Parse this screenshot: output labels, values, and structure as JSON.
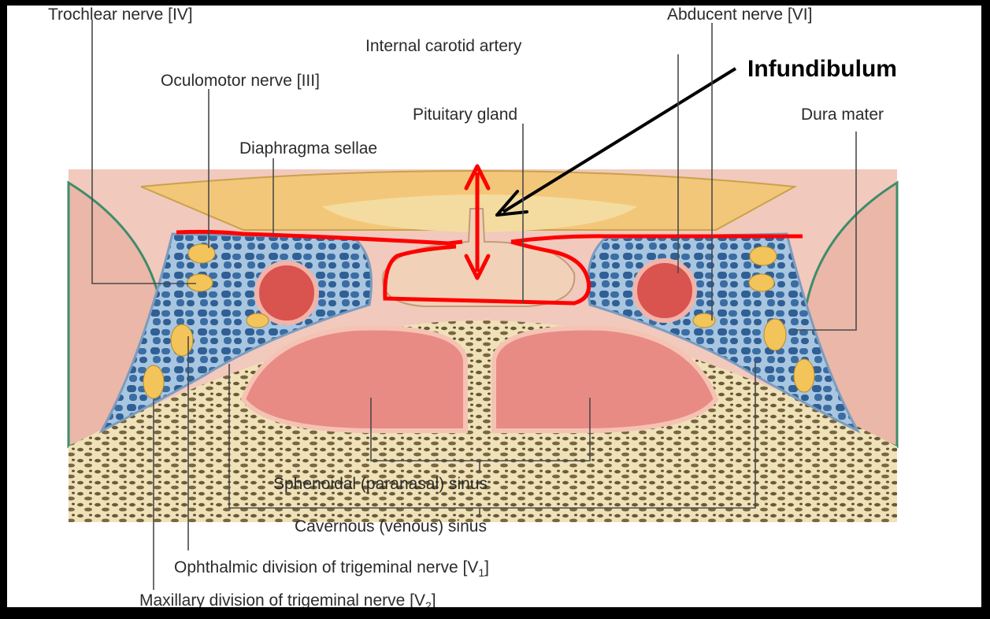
{
  "labels": {
    "trochlear": "Trochlear nerve [IV]",
    "abducent": "Abducent nerve  [VI]",
    "carotid": "Internal carotid artery",
    "infundibulum": "Infundibulum",
    "oculomotor": "Oculomotor nerve [III]",
    "pituitary": "Pituitary gland",
    "dura": "Dura mater",
    "diaphragma": "Diaphragma sellae",
    "sphenoidal": "Sphenoidal (paranasal) sinus",
    "cavernous": "Cavernous (venous) sinus",
    "ophthalmic": "Ophthalmic division of trigeminal nerve [V",
    "ophthalmic_sub": "1",
    "maxillary": "Maxillary division of trigeminal nerve [V",
    "maxillary_sub": "2"
  },
  "colors": {
    "background": "#ffffff",
    "tissue_pink": "#f2c9bd",
    "venous_blue": "#3f72a6",
    "nerve_yellow": "#f3c45a",
    "artery_red": "#d9534f",
    "bone_cream": "#efe2b8",
    "annotation_red": "#ff0000",
    "annotation_black": "#000000"
  }
}
